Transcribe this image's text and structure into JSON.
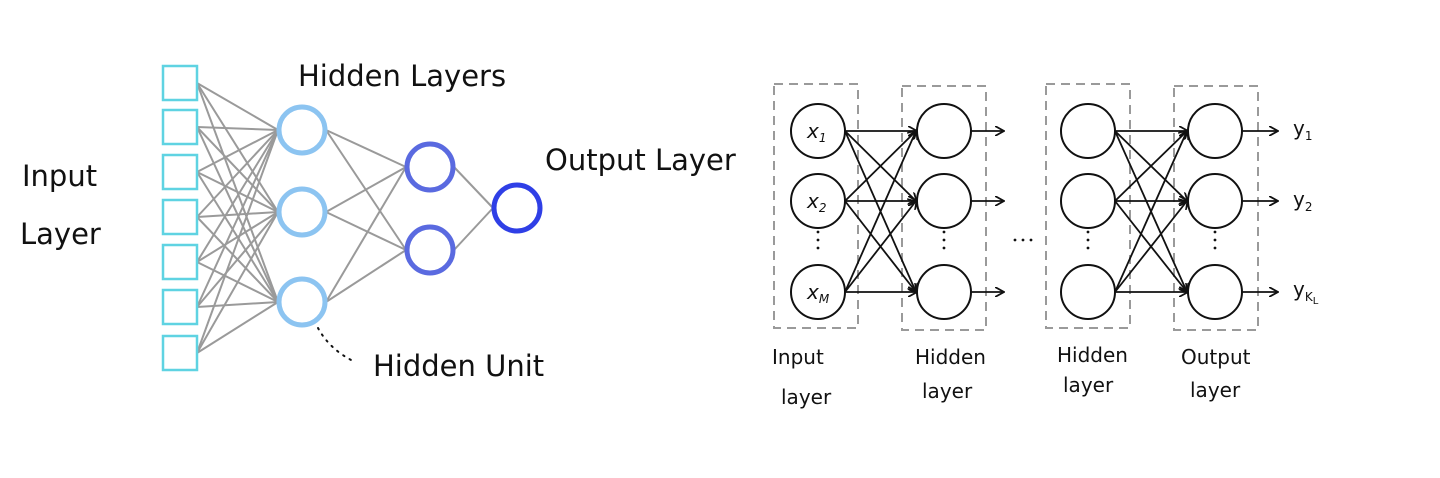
{
  "left": {
    "input_label": [
      "Input",
      "Layer"
    ],
    "hidden_layers_label": "Hidden Layers",
    "output_layer_label": "Output Layer",
    "hidden_unit_label": "Hidden Unit",
    "colors": {
      "input": "#5fd3e2",
      "hidden1": "#8cc4f1",
      "hidden2": "#5a6ae0",
      "output": "#2f3fe6",
      "edge": "#9a9a9a"
    }
  },
  "right": {
    "input_nodes": [
      {
        "var": "x",
        "sub": "1"
      },
      {
        "var": "x",
        "sub": "2"
      },
      {
        "var": "x",
        "sub": "M"
      }
    ],
    "outputs": [
      {
        "var": "y",
        "sub": "1"
      },
      {
        "var": "y",
        "sub": "2"
      },
      {
        "var": "y",
        "sub": "K",
        "subsub": "L"
      }
    ],
    "box_labels": [
      [
        "Input",
        "layer"
      ],
      [
        "Hidden",
        "layer"
      ],
      [
        "Hidden",
        "layer"
      ],
      [
        "Output",
        "layer"
      ]
    ],
    "colors": {
      "box": "#9a9a9a",
      "ink": "#111111"
    }
  }
}
